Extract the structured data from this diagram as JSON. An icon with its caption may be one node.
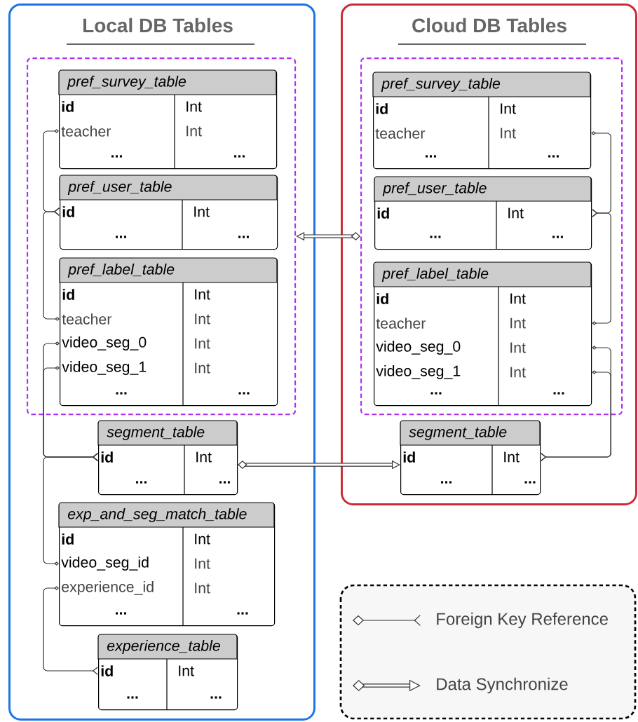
{
  "diagram": {
    "nodes": [
      {
        "text": [
          "Local DB Tables"
        ]
      },
      {
        "text": [
          "Cloud DB Tables"
        ]
      },
      {
        "text": [],
        "shape": "box",
        "in": 0
      },
      {
        "text": [
          "pref_survey_table",
          "id",
          "Int",
          "teacher",
          "Int",
          "...",
          "..."
        ],
        "in": 2
      },
      {
        "text": [
          "pref_user_table",
          "id",
          "Int",
          "...",
          "..."
        ],
        "in": 2
      },
      {
        "text": [
          "pref_label_table",
          "id",
          "Int",
          "teacher",
          "Int",
          "video_seg_0",
          "Int",
          "video_seg_1",
          "Int",
          "...",
          "..."
        ],
        "in": 2
      },
      {
        "text": [
          "segment_table",
          "id",
          "Int",
          "...",
          "..."
        ],
        "in": 0
      },
      {
        "text": [
          "exp_and_seg_match_table",
          "id",
          "Int",
          "video_seg_id",
          "Int",
          "experience_id",
          "Int",
          "...",
          "..."
        ],
        "in": 0
      },
      {
        "text": [
          "experience_table",
          "id",
          "Int",
          "...",
          "..."
        ],
        "in": 0
      },
      {
        "text": [],
        "shape": "box",
        "in": 1
      },
      {
        "text": [
          "pref_survey_table",
          "id",
          "Int",
          "teacher",
          "Int",
          "...",
          "..."
        ],
        "in": 9
      },
      {
        "text": [
          "pref_user_table",
          "id",
          "Int",
          "...",
          "..."
        ],
        "in": 9
      },
      {
        "text": [
          "pref_label_table",
          "id",
          "Int",
          "teacher",
          "Int",
          "video_seg_0",
          "Int",
          "video_seg_1",
          "Int",
          "...",
          "..."
        ],
        "in": 9
      },
      {
        "text": [
          "segment_table",
          "id",
          "Int",
          "...",
          "..."
        ],
        "in": 1
      }
    ],
    "edges": [
      {
        "from": 3,
        "to": 4,
        "arrow": "other"
      },
      {
        "from": 5,
        "to": 4,
        "arrow": "other"
      },
      {
        "from": 5,
        "to": 6,
        "arrow": "other"
      },
      {
        "from": 5,
        "to": 6,
        "arrow": "other"
      },
      {
        "from": 7,
        "to": 6,
        "arrow": "other"
      },
      {
        "from": 7,
        "to": 8,
        "arrow": "other"
      },
      {
        "from": 10,
        "to": 11,
        "arrow": "other"
      },
      {
        "from": 12,
        "to": 11,
        "arrow": "other"
      },
      {
        "from": 12,
        "to": 13,
        "arrow": "other"
      },
      {
        "from": 12,
        "to": 13,
        "arrow": "other"
      },
      {
        "from": 9,
        "to": 2,
        "arrow": "to",
        "style": "thick"
      },
      {
        "from": 6,
        "to": 13,
        "arrow": "to",
        "style": "thick"
      }
    ],
    "legend": [
      {
        "text": "Foreign Key Reference"
      },
      {
        "text": "Data Synchronize"
      }
    ]
  }
}
